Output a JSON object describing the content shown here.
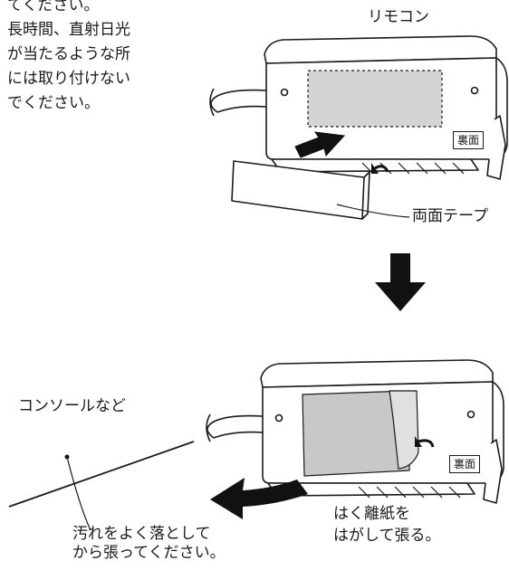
{
  "intro_lines": [
    "てください。",
    "長時間、直射日光",
    "が当たるような所",
    "には取り付けない",
    "でください。"
  ],
  "labels": {
    "remote": "リモコン",
    "double_sided_tape": "両面テープ",
    "back_top": "裏面",
    "back_bottom": "裏面",
    "console": "コンソールなど",
    "peel_lines": [
      "はく離紙を",
      "はがして張る。"
    ],
    "wipe_lines": [
      "汚れをよく落として",
      "から張ってください。"
    ]
  },
  "icons": {
    "down_arrow": "down-arrow-icon",
    "curved_arrow": "curved-arrow-icon",
    "push_arrow": "push-arrow-icon"
  },
  "colors": {
    "ink": "#1a1a1a",
    "tape_fill": "#c8c8c8",
    "arrow": "#111111"
  }
}
